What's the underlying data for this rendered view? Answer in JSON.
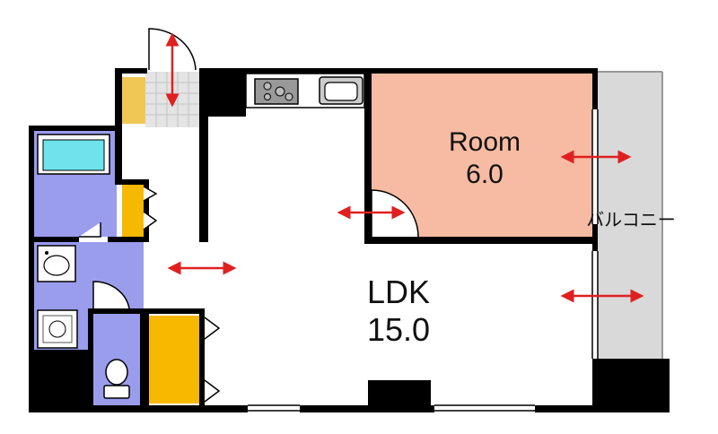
{
  "rooms": {
    "main": {
      "name": "Room",
      "size": "6.0"
    },
    "ldk": {
      "name": "LDK",
      "size": "15.0"
    },
    "balcony": {
      "name": "バルコニー"
    }
  },
  "colors": {
    "room": "#f6bba2",
    "wet_area": "#9a9cec",
    "storage": "#f7b900",
    "shoe_box": "#f0c655",
    "tub": "#6ee3ec",
    "balcony": "#d9d9d9",
    "genkan_tile": "#e4e4e4",
    "wall": "#000000",
    "arrow": "#e02020"
  },
  "icons": [
    "stove-icon",
    "sink-icon",
    "bathtub-icon",
    "washbasin-icon",
    "washer-icon",
    "toilet-icon",
    "door-swing-icon",
    "airflow-arrow-icon"
  ]
}
